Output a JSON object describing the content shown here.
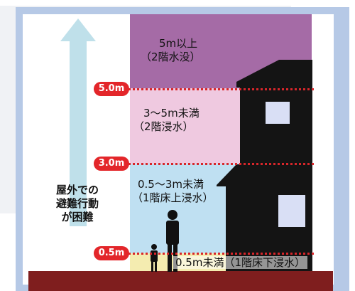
{
  "zones": {
    "z1": {
      "line1": "5m以上",
      "line2": "（2階水没）"
    },
    "z2": {
      "line1": "3～5m未満",
      "line2": "（2階浸水）"
    },
    "z3": {
      "line1": "0.5～3m未満",
      "line2": "（1階床上浸水）"
    },
    "z4": {
      "label": "0.5m未満（1階床下浸水）"
    }
  },
  "levels": {
    "l5": "5.0m",
    "l3": "3.0m",
    "l05": "0.5m"
  },
  "arrow": {
    "line1": "屋外での",
    "line2": "避難行動",
    "line3": "が困難"
  },
  "colors": {
    "z1": "#a56ba6",
    "z2": "#efc9e0",
    "z3": "#bfe0f2",
    "z4": "#f4ecb0",
    "ground": "#7f1e1e",
    "level_line": "#d8262a",
    "house": "#141414",
    "arrow": "#bfe0ea"
  },
  "icons": [
    "house-icon",
    "adult-person-icon",
    "child-person-icon",
    "up-arrow-icon"
  ]
}
